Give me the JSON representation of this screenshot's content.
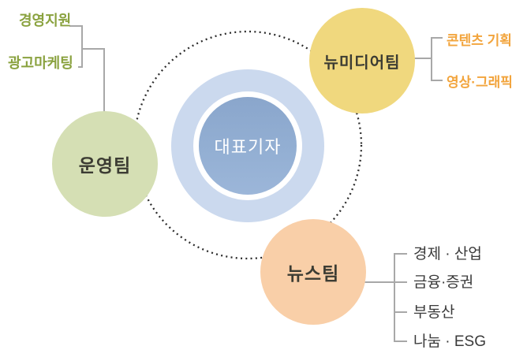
{
  "diagram": {
    "center": {
      "label": "대표기자"
    },
    "teams": [
      {
        "name": "운영팀",
        "circle_color": "#d5dfb4",
        "children_color": "#8aa23f",
        "children": [
          "경영지원",
          "광고마케팅"
        ]
      },
      {
        "name": "뉴미디어팀",
        "circle_color": "#f0d87e",
        "children_color": "#f2a43c",
        "children": [
          "콘텐츠 기획",
          "영상·그래픽"
        ]
      },
      {
        "name": "뉴스팀",
        "circle_color": "#f9cfa8",
        "children_color": "#3a3a3a",
        "children": [
          "경제 · 산업",
          "금융·증권",
          "부동산",
          "나눔 · ESG"
        ]
      }
    ],
    "colors": {
      "background": "#ffffff",
      "center_outer_ring": "#cbd9ee",
      "center_core": "#93afd3",
      "center_label": "#ffffff",
      "team_label": "#3c3c33",
      "connector_line": "#a8a8a8",
      "dotted_ring": "#2b2b2b"
    }
  }
}
